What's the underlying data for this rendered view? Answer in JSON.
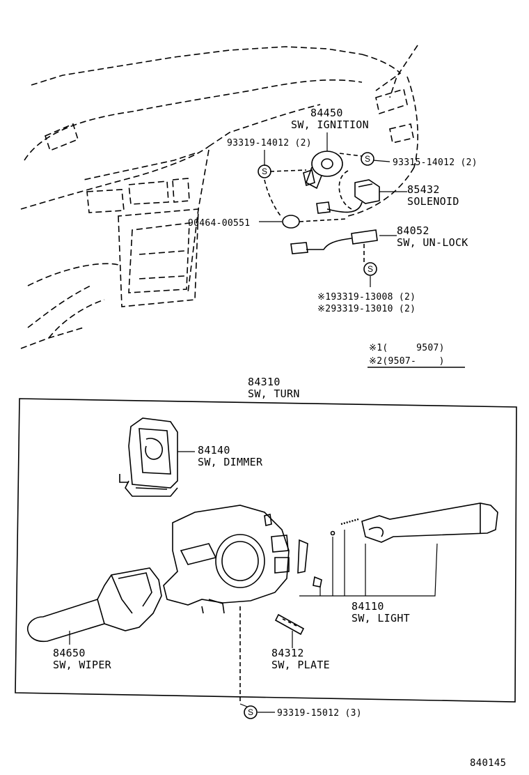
{
  "parts": {
    "sw_ignition": {
      "number": "84450",
      "name": "SW, IGNITION"
    },
    "solenoid": {
      "number": "85432",
      "name": "SOLENOID"
    },
    "sw_unlock": {
      "number": "84052",
      "name": "SW, UN-LOCK"
    },
    "sw_turn": {
      "number": "84310",
      "name": "SW, TURN"
    },
    "sw_dimmer": {
      "number": "84140",
      "name": "SW, DIMMER"
    },
    "sw_light": {
      "number": "84110",
      "name": "SW, LIGHT"
    },
    "sw_wiper": {
      "number": "84650",
      "name": "SW, WIPER"
    },
    "sw_plate": {
      "number": "84312",
      "name": "SW, PLATE"
    }
  },
  "fasteners": {
    "screw_ignition": "93319-14012 (2)",
    "screw_solenoid": "93315-14012 (2)",
    "clip": "90464-00551",
    "screw_unlock_1": "※193319-13008 (2)",
    "screw_unlock_2": "※293319-13010 (2)",
    "screw_turn": "93319-15012 (3)"
  },
  "screw_symbol": "S",
  "notes": {
    "note1": "※1(     9507)",
    "note2": "※2(9507-    )"
  },
  "diagram_number": "840145"
}
